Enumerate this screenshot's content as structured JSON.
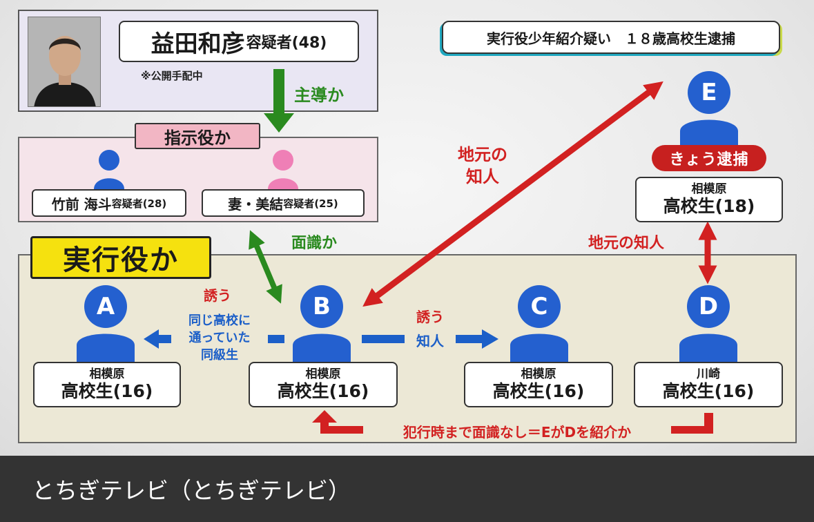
{
  "headline": "実行役少年紹介疑い　１８歳高校生逮捕",
  "boss": {
    "name": "益田和彦",
    "suffix": "容疑者(48)",
    "note": "※公開手配中"
  },
  "lead_label": "主導か",
  "instructor": {
    "tag": "指示役か",
    "people": [
      {
        "name": "竹前 海斗",
        "suffix": "容疑者(28)"
      },
      {
        "name": "妻・美結",
        "suffix": "容疑者(25)"
      }
    ]
  },
  "acquaint_label": "面識か",
  "executors": {
    "tag": "実行役か",
    "persons": [
      {
        "letter": "A",
        "location": "相模原",
        "role": "高校生(16)"
      },
      {
        "letter": "B",
        "location": "相模原",
        "role": "高校生(16)"
      },
      {
        "letter": "C",
        "location": "相模原",
        "role": "高校生(16)"
      },
      {
        "letter": "D",
        "location": "川崎",
        "role": "高校生(16)"
      }
    ]
  },
  "person_e": {
    "letter": "E",
    "badge": "きょう逮捕",
    "location": "相模原",
    "role": "高校生(18)"
  },
  "relations": {
    "b_to_a_red": "誘う",
    "b_to_a_blue": [
      "同じ高校に",
      "通っていた",
      "同級生"
    ],
    "b_to_c_red": "誘う",
    "b_to_c_blue": "知人",
    "e_b": [
      "地元の",
      "知人"
    ],
    "e_d": "地元の知人",
    "bottom": "犯行時まで面識なし＝EがDを紹介か"
  },
  "footer": "とちぎテレビ（とちぎテレビ）",
  "colors": {
    "person_blue": "#2460cf",
    "person_pink": "#ef7fb6",
    "arrow_green": "#2a8a1f",
    "arrow_red": "#d22121",
    "arrow_blue": "#1c5fc8",
    "exec_tag": "#f5e10f"
  }
}
